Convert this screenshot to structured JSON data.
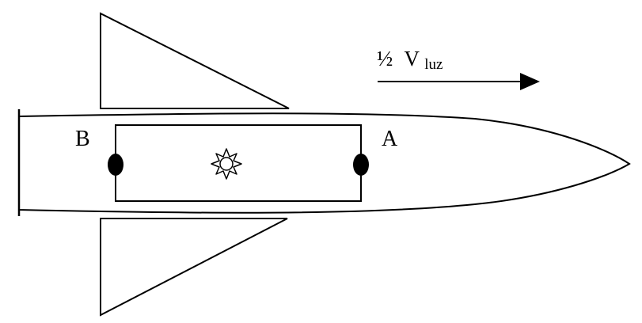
{
  "velocity": {
    "fraction": "½",
    "symbol": "V",
    "subscript": "luz"
  },
  "points": {
    "left_label": "B",
    "right_label": "A"
  },
  "icons": {
    "light_source": "star-burst-light-icon",
    "direction": "arrow-right-icon"
  },
  "colors": {
    "stroke": "#000000",
    "background": "#ffffff"
  }
}
